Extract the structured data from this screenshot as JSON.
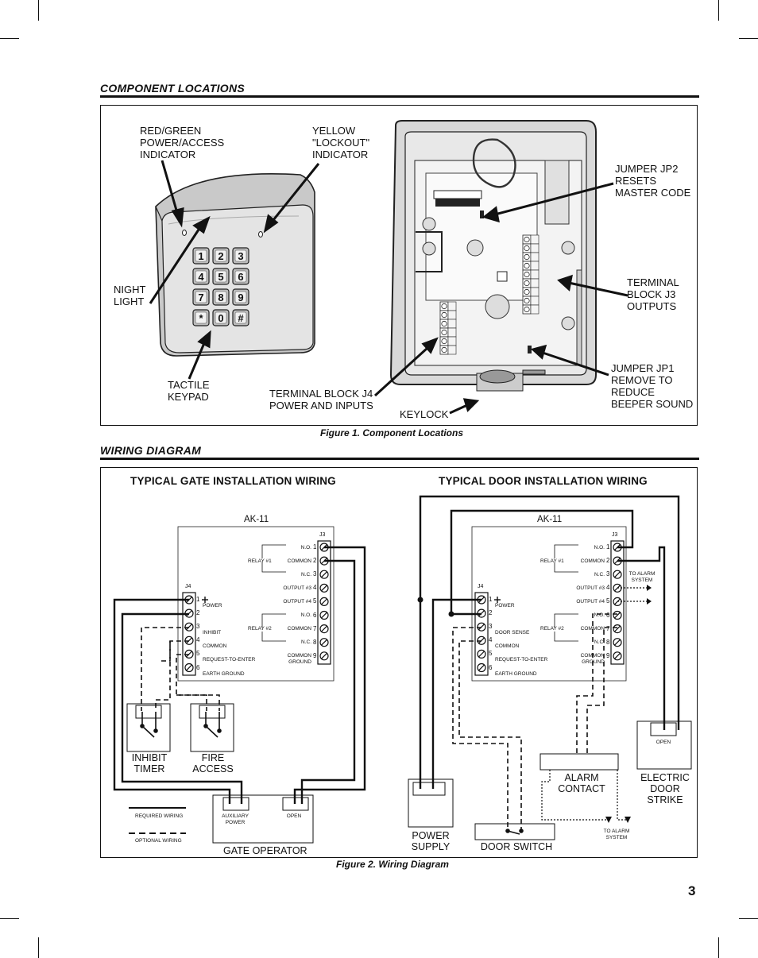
{
  "page_number": "3",
  "section1": {
    "title": "COMPONENT LOCATIONS",
    "caption": "Figure 1. Component Locations",
    "labels": {
      "red_green": "RED/GREEN\nPOWER/ACCESS\nINDICATOR",
      "yellow": "YELLOW\n\"LOCKOUT\"\nINDICATOR",
      "night_light": "NIGHT\nLIGHT",
      "tactile": "TACTILE\nKEYPAD",
      "tb_j4": "TERMINAL BLOCK J4\nPOWER AND INPUTS",
      "keylock": "KEYLOCK",
      "jp2": "JUMPER JP2\nRESETS\nMASTER CODE",
      "tb_j3": "TERMINAL\nBLOCK J3\nOUTPUTS",
      "jp1": "JUMPER JP1\nREMOVE TO\nREDUCE\nBEEPER SOUND"
    },
    "keypad_keys": [
      "1",
      "2",
      "3",
      "4",
      "5",
      "6",
      "7",
      "8",
      "9",
      "*",
      "0",
      "#"
    ]
  },
  "section2": {
    "title": "WIRING DIAGRAM",
    "caption": "Figure 2. Wiring Diagram",
    "gate_title": "TYPICAL GATE INSTALLATION WIRING",
    "door_title": "TYPICAL DOOR INSTALLATION WIRING",
    "ak11": "AK-11",
    "j3": "J3",
    "j4": "J4",
    "power_symbol": "+",
    "relay1": "RELAY #1",
    "relay2": "RELAY #2",
    "j3_terms": [
      {
        "num": "1",
        "label": "N.O."
      },
      {
        "num": "2",
        "label": "COMMON"
      },
      {
        "num": "3",
        "label": "N.C."
      },
      {
        "num": "4",
        "label": "OUTPUT #3"
      },
      {
        "num": "5",
        "label": "OUTPUT #4"
      },
      {
        "num": "6",
        "label": "N.O."
      },
      {
        "num": "7",
        "label": "COMMON"
      },
      {
        "num": "8",
        "label": "N.C."
      },
      {
        "num": "9",
        "label": "COMMON\nGROUND"
      }
    ],
    "j4_gate": [
      {
        "num": "1",
        "label": "POWER"
      },
      {
        "num": "2",
        "label": ""
      },
      {
        "num": "3",
        "label": "INHIBIT"
      },
      {
        "num": "4",
        "label": "COMMON"
      },
      {
        "num": "5",
        "label": "REQUEST-TO-ENTER"
      },
      {
        "num": "6",
        "label": "EARTH GROUND"
      }
    ],
    "j4_door": [
      {
        "num": "1",
        "label": "POWER"
      },
      {
        "num": "2",
        "label": ""
      },
      {
        "num": "3",
        "label": "DOOR SENSE"
      },
      {
        "num": "4",
        "label": "COMMON"
      },
      {
        "num": "5",
        "label": "REQUEST-TO-ENTER"
      },
      {
        "num": "6",
        "label": "EARTH GROUND"
      }
    ],
    "inhibit_timer": "INHIBIT\nTIMER",
    "fire_access": "FIRE\nACCESS",
    "gate_operator": "GATE OPERATOR",
    "aux_power": "AUXILIARY\nPOWER",
    "open": "OPEN",
    "required_wiring": "REQUIRED WIRING",
    "optional_wiring": "OPTIONAL WIRING",
    "to_alarm": "TO ALARM\nSYSTEM",
    "alarm_contact": "ALARM CONTACT",
    "electric_strike": "ELECTRIC\nDOOR\nSTRIKE",
    "power_supply": "POWER\nSUPPLY",
    "door_switch": "DOOR SWITCH"
  }
}
